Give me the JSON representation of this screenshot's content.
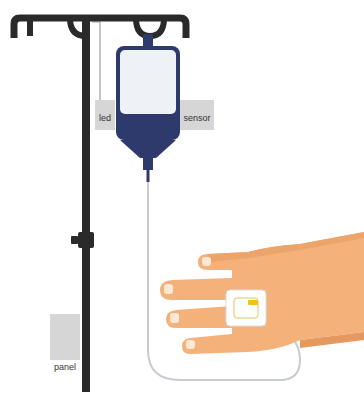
{
  "diagram": {
    "nodes": [
      {
        "text": [
          "led"
        ]
      },
      {
        "text": [
          "sensor"
        ]
      },
      {
        "text": [
          "panel"
        ]
      }
    ]
  }
}
